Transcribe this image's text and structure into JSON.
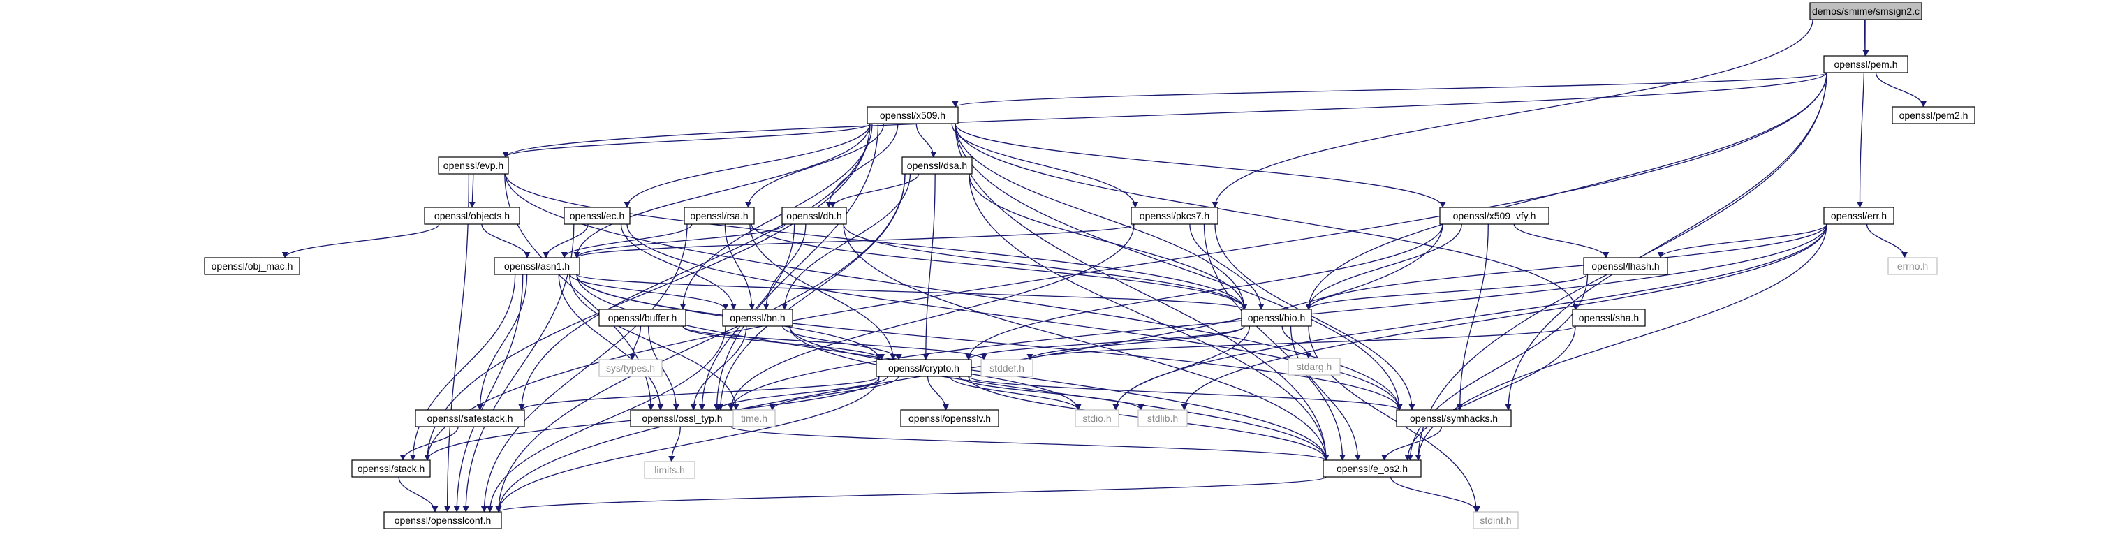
{
  "colors": {
    "edge": "#191970",
    "root_fill": "#bfbfbf",
    "node_border": "#000000",
    "system_header_border": "#bfbfbf",
    "system_header_text": "#8a8a8a"
  },
  "nodes": [
    {
      "id": "smsign2",
      "label": "demos/smime/smsign2.c",
      "kind": "root"
    },
    {
      "id": "pem",
      "label": "openssl/pem.h",
      "kind": "header"
    },
    {
      "id": "x509",
      "label": "openssl/x509.h",
      "kind": "header"
    },
    {
      "id": "pem2",
      "label": "openssl/pem2.h",
      "kind": "header"
    },
    {
      "id": "evp",
      "label": "openssl/evp.h",
      "kind": "header"
    },
    {
      "id": "dsa",
      "label": "openssl/dsa.h",
      "kind": "header"
    },
    {
      "id": "objects",
      "label": "openssl/objects.h",
      "kind": "header"
    },
    {
      "id": "ec",
      "label": "openssl/ec.h",
      "kind": "header"
    },
    {
      "id": "rsa",
      "label": "openssl/rsa.h",
      "kind": "header"
    },
    {
      "id": "dh",
      "label": "openssl/dh.h",
      "kind": "header"
    },
    {
      "id": "pkcs7",
      "label": "openssl/pkcs7.h",
      "kind": "header"
    },
    {
      "id": "x509vfy",
      "label": "openssl/x509_vfy.h",
      "kind": "header"
    },
    {
      "id": "err",
      "label": "openssl/err.h",
      "kind": "header"
    },
    {
      "id": "objmac",
      "label": "openssl/obj_mac.h",
      "kind": "header"
    },
    {
      "id": "asn1",
      "label": "openssl/asn1.h",
      "kind": "header"
    },
    {
      "id": "lhash",
      "label": "openssl/lhash.h",
      "kind": "header"
    },
    {
      "id": "errno",
      "label": "errno.h",
      "kind": "system"
    },
    {
      "id": "buffer",
      "label": "openssl/buffer.h",
      "kind": "header"
    },
    {
      "id": "bn",
      "label": "openssl/bn.h",
      "kind": "header"
    },
    {
      "id": "bio",
      "label": "openssl/bio.h",
      "kind": "header"
    },
    {
      "id": "sha",
      "label": "openssl/sha.h",
      "kind": "header"
    },
    {
      "id": "stdarg",
      "label": "stdarg.h",
      "kind": "system"
    },
    {
      "id": "stddef",
      "label": "stddef.h",
      "kind": "system"
    },
    {
      "id": "systypes",
      "label": "sys/types.h",
      "kind": "system"
    },
    {
      "id": "crypto",
      "label": "openssl/crypto.h",
      "kind": "header"
    },
    {
      "id": "safestack",
      "label": "openssl/safestack.h",
      "kind": "header"
    },
    {
      "id": "ossltyp",
      "label": "openssl/ossl_typ.h",
      "kind": "header"
    },
    {
      "id": "time",
      "label": "time.h",
      "kind": "system"
    },
    {
      "id": "opensslv",
      "label": "openssl/opensslv.h",
      "kind": "header"
    },
    {
      "id": "stdio",
      "label": "stdio.h",
      "kind": "system"
    },
    {
      "id": "stdlib",
      "label": "stdlib.h",
      "kind": "system"
    },
    {
      "id": "symhacks",
      "label": "openssl/symhacks.h",
      "kind": "header"
    },
    {
      "id": "limits",
      "label": "limits.h",
      "kind": "system"
    },
    {
      "id": "stack",
      "label": "openssl/stack.h",
      "kind": "header"
    },
    {
      "id": "eos2",
      "label": "openssl/e_os2.h",
      "kind": "header"
    },
    {
      "id": "opensslconf",
      "label": "openssl/opensslconf.h",
      "kind": "header"
    },
    {
      "id": "stdint",
      "label": "stdint.h",
      "kind": "system"
    }
  ],
  "edges": [
    [
      "smsign2",
      "pem"
    ],
    [
      "smsign2",
      "err"
    ],
    [
      "smsign2",
      "pkcs7"
    ],
    [
      "pem",
      "x509"
    ],
    [
      "pem",
      "pem2"
    ],
    [
      "pem",
      "evp"
    ],
    [
      "pem",
      "bio"
    ],
    [
      "pem",
      "stack"
    ],
    [
      "pem",
      "symhacks"
    ],
    [
      "pem",
      "eos2"
    ],
    [
      "x509",
      "evp"
    ],
    [
      "x509",
      "dsa"
    ],
    [
      "x509",
      "ec"
    ],
    [
      "x509",
      "rsa"
    ],
    [
      "x509",
      "dh"
    ],
    [
      "x509",
      "pkcs7"
    ],
    [
      "x509",
      "x509vfy"
    ],
    [
      "x509",
      "asn1"
    ],
    [
      "x509",
      "buffer"
    ],
    [
      "x509",
      "bio"
    ],
    [
      "x509",
      "sha"
    ],
    [
      "x509",
      "stack"
    ],
    [
      "x509",
      "safestack"
    ],
    [
      "x509",
      "symhacks"
    ],
    [
      "x509",
      "eos2"
    ],
    [
      "x509",
      "ossltyp"
    ],
    [
      "evp",
      "objects"
    ],
    [
      "evp",
      "bio"
    ],
    [
      "evp",
      "symhacks"
    ],
    [
      "evp",
      "ossltyp"
    ],
    [
      "evp",
      "opensslconf"
    ],
    [
      "dsa",
      "dh"
    ],
    [
      "dsa",
      "bn"
    ],
    [
      "dsa",
      "crypto"
    ],
    [
      "dsa",
      "bio"
    ],
    [
      "dsa",
      "ossltyp"
    ],
    [
      "dsa",
      "eos2"
    ],
    [
      "dsa",
      "opensslconf"
    ],
    [
      "objects",
      "objmac"
    ],
    [
      "objects",
      "asn1"
    ],
    [
      "ec",
      "asn1"
    ],
    [
      "ec",
      "bn"
    ],
    [
      "ec",
      "symhacks"
    ],
    [
      "ec",
      "opensslconf"
    ],
    [
      "rsa",
      "asn1"
    ],
    [
      "rsa",
      "bn"
    ],
    [
      "rsa",
      "crypto"
    ],
    [
      "rsa",
      "bio"
    ],
    [
      "rsa",
      "opensslconf"
    ],
    [
      "dh",
      "asn1"
    ],
    [
      "dh",
      "bn"
    ],
    [
      "dh",
      "bio"
    ],
    [
      "dh",
      "ossltyp"
    ],
    [
      "dh",
      "eos2"
    ],
    [
      "pkcs7",
      "asn1"
    ],
    [
      "pkcs7",
      "bio"
    ],
    [
      "pkcs7",
      "symhacks"
    ],
    [
      "pkcs7",
      "eos2"
    ],
    [
      "pkcs7",
      "ossltyp"
    ],
    [
      "x509vfy",
      "bio"
    ],
    [
      "x509vfy",
      "lhash"
    ],
    [
      "x509vfy",
      "crypto"
    ],
    [
      "x509vfy",
      "symhacks"
    ],
    [
      "x509vfy",
      "opensslconf"
    ],
    [
      "err",
      "bio"
    ],
    [
      "err",
      "lhash"
    ],
    [
      "err",
      "errno"
    ],
    [
      "err",
      "stdlib"
    ],
    [
      "err",
      "stdio"
    ],
    [
      "err",
      "ossltyp"
    ],
    [
      "err",
      "eos2"
    ],
    [
      "asn1",
      "bio"
    ],
    [
      "asn1",
      "bn"
    ],
    [
      "asn1",
      "crypto"
    ],
    [
      "asn1",
      "safestack"
    ],
    [
      "asn1",
      "stack"
    ],
    [
      "asn1",
      "time"
    ],
    [
      "asn1",
      "ossltyp"
    ],
    [
      "asn1",
      "symhacks"
    ],
    [
      "asn1",
      "eos2"
    ],
    [
      "asn1",
      "opensslconf"
    ],
    [
      "lhash",
      "bio"
    ],
    [
      "lhash",
      "eos2"
    ],
    [
      "buffer",
      "systypes"
    ],
    [
      "buffer",
      "stddef"
    ],
    [
      "buffer",
      "ossltyp"
    ],
    [
      "buffer",
      "crypto"
    ],
    [
      "bn",
      "crypto"
    ],
    [
      "bn",
      "stdio"
    ],
    [
      "bn",
      "ossltyp"
    ],
    [
      "bn",
      "eos2"
    ],
    [
      "bn",
      "opensslconf"
    ],
    [
      "bio",
      "stdarg"
    ],
    [
      "bio",
      "stddef"
    ],
    [
      "bio",
      "crypto"
    ],
    [
      "bio",
      "stdio"
    ],
    [
      "bio",
      "eos2"
    ],
    [
      "bio",
      "stdint"
    ],
    [
      "sha",
      "stddef"
    ],
    [
      "sha",
      "eos2"
    ],
    [
      "crypto",
      "stdlib"
    ],
    [
      "crypto",
      "stdio"
    ],
    [
      "crypto",
      "time"
    ],
    [
      "crypto",
      "safestack"
    ],
    [
      "crypto",
      "ossltyp"
    ],
    [
      "crypto",
      "opensslv"
    ],
    [
      "crypto",
      "symhacks"
    ],
    [
      "crypto",
      "stack"
    ],
    [
      "crypto",
      "eos2"
    ],
    [
      "crypto",
      "opensslconf"
    ],
    [
      "safestack",
      "stack"
    ],
    [
      "ossltyp",
      "limits"
    ],
    [
      "ossltyp",
      "eos2"
    ],
    [
      "symhacks",
      "eos2"
    ],
    [
      "stack",
      "opensslconf"
    ],
    [
      "eos2",
      "opensslconf"
    ],
    [
      "eos2",
      "stdint"
    ]
  ]
}
